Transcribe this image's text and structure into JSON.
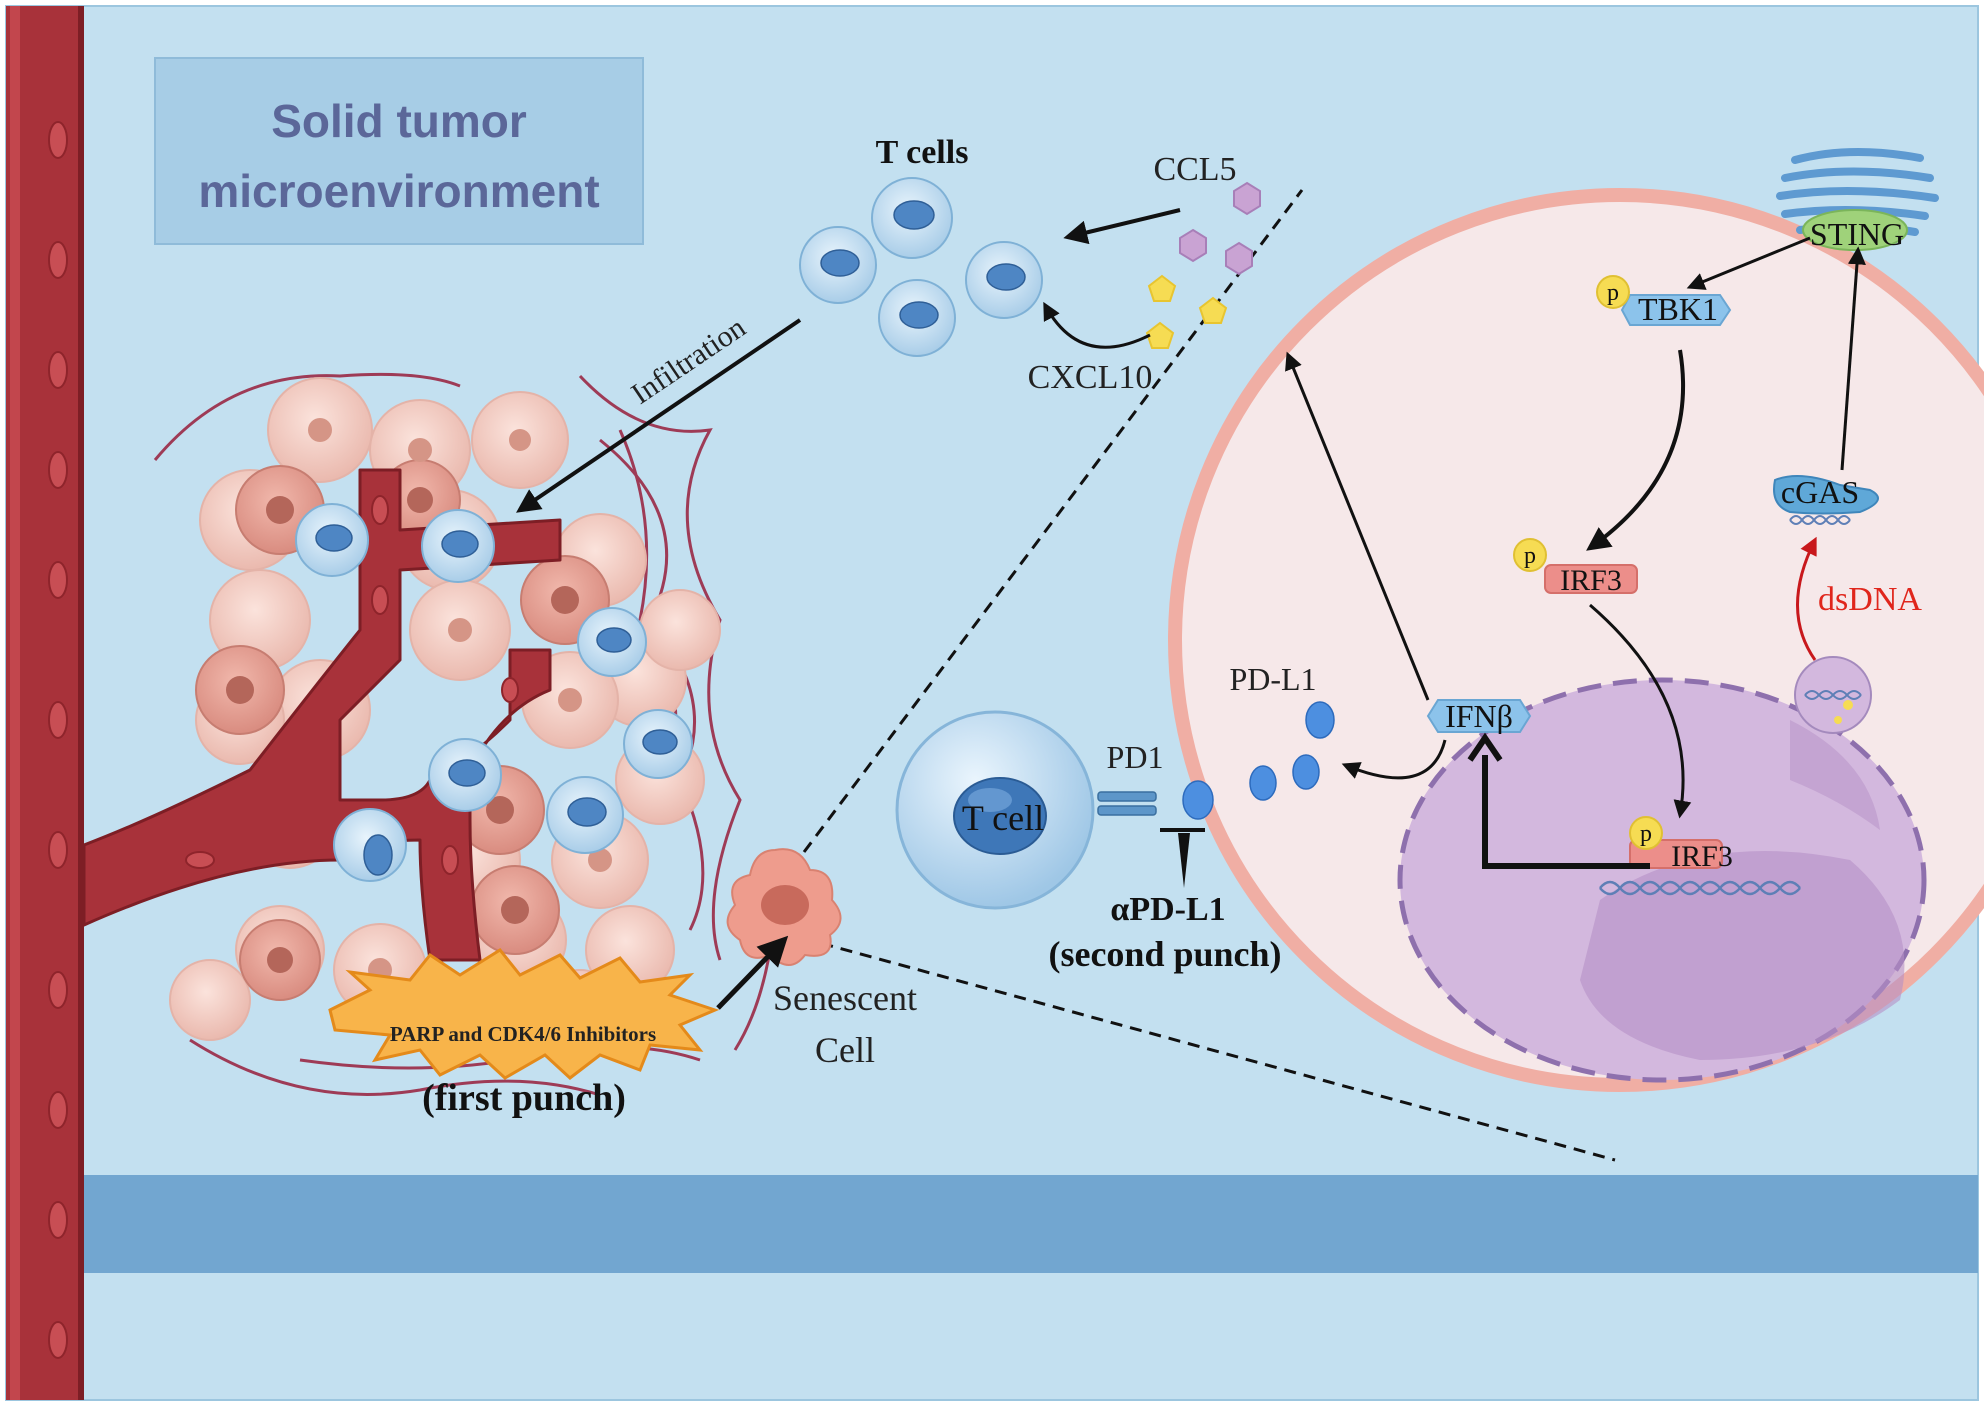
{
  "title_box": {
    "line1": "Solid tumor",
    "line2": "microenvironment"
  },
  "labels": {
    "t_cells": "T cells",
    "ccl5": "CCL5",
    "cxcl10": "CXCL10",
    "infiltration": "Infiltration",
    "drug": "PARP and CDK4/6 Inhibitors",
    "first_punch": "(first punch)",
    "senescent_1": "Senescent",
    "senescent_2": "Cell",
    "t_cell": "T cell",
    "pd1": "PD1",
    "pdl1": "PD-L1",
    "apdl1": "αPD-L1",
    "second_punch": "(second punch)",
    "ifnb": "IFNβ",
    "sting": "STING",
    "tbk1": "TBK1",
    "irf3_cyto": "IRF3",
    "irf3_nuc": "IRF3",
    "cgas": "cGAS",
    "dsdna": "dsDNA",
    "p": "p"
  },
  "colors": {
    "background": "#c3e0f0",
    "vessel": "#a8323a",
    "cell_zoom_fill": "#f6e8e9",
    "cell_zoom_border": "#f0aea4",
    "nucleus": "#d3b8de",
    "bottom_band": "#72a6d0",
    "title_text": "#5b6799",
    "dsdna_text": "#e0261c"
  }
}
